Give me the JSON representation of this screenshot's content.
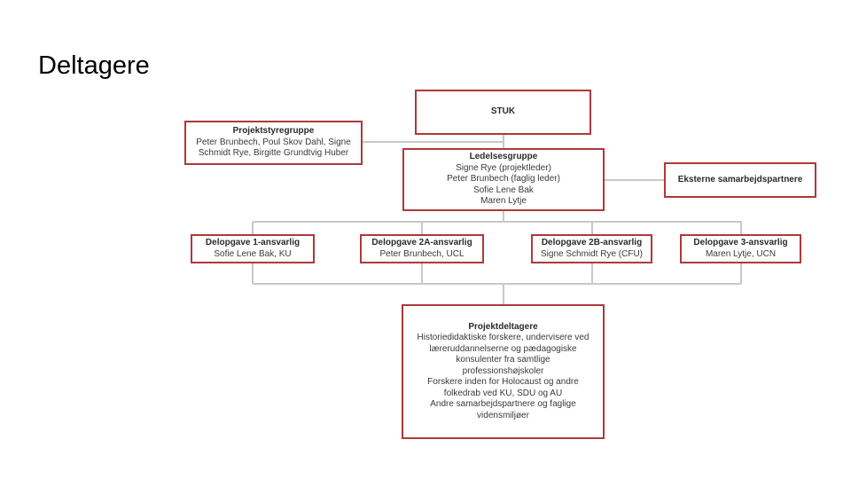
{
  "slide": {
    "title": "Deltagere"
  },
  "org_chart": {
    "accent_color": "#b0383a",
    "connector_color": "#c8c8c8",
    "stuk": {
      "title": "STUK"
    },
    "styregruppe": {
      "title": "Projektstyregruppe",
      "lines": [
        "Peter Brunbech, Poul Skov Dahl, Signe",
        "Schmidt Rye, Birgitte Grundtvig Huber"
      ]
    },
    "ledelsesgruppe": {
      "title": "Ledelsesgruppe",
      "lines": [
        "Signe Rye (projektleder)",
        "Peter Brunbech (faglig leder)",
        "Sofie Lene Bak",
        "Maren Lytje"
      ]
    },
    "eksterne": {
      "title": "Eksterne samarbejdspartnere"
    },
    "delopgaver": [
      {
        "title": "Delopgave 1-ansvarlig",
        "person": "Sofie Lene Bak, KU"
      },
      {
        "title": "Delopgave 2A-ansvarlig",
        "person": "Peter Brunbech, UCL"
      },
      {
        "title": "Delopgave 2B-ansvarlig",
        "person": "Signe Schmidt Rye (CFU)"
      },
      {
        "title": "Delopgave 3-ansvarlig",
        "person": "Maren Lytje, UCN"
      }
    ],
    "projektdeltagere": {
      "title": "Projektdeltagere",
      "lines": [
        "Historiedidaktiske forskere, undervisere ved",
        "læreruddannelserne og pædagogiske",
        "konsulenter fra samtlige",
        "professionshøjskoler",
        "Forskere inden for Holocaust og andre",
        "folkedrab ved KU, SDU og AU",
        "Andre samarbejdspartnere og faglige",
        "vidensmiljøer"
      ]
    }
  }
}
